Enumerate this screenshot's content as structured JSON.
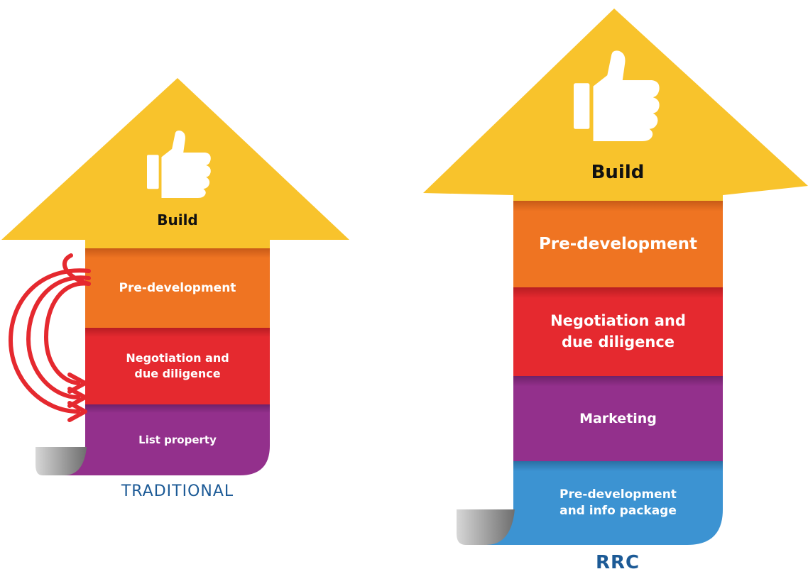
{
  "colors": {
    "arrow_head": "#f8c32c",
    "build_stage": "#ef7422",
    "negotiation": "#e5292f",
    "marketing": "#93308c",
    "info_package": "#3c93d2",
    "caption": "#1c5a96",
    "loop_arrows": "#e5292f"
  },
  "traditional": {
    "caption": "TRADITIONAL",
    "icon": "thumbs-up-icon",
    "stages": {
      "build": "Build",
      "pre_development": "Pre-development",
      "negotiation": "Negotiation and\ndue diligence",
      "list_property": "List property"
    }
  },
  "rrc": {
    "caption": "RRC",
    "icon": "thumbs-up-icon",
    "stages": {
      "build": "Build",
      "pre_development": "Pre-development",
      "negotiation": "Negotiation and\ndue diligence",
      "marketing": "Marketing",
      "info_package": "Pre-development\nand info package"
    }
  }
}
